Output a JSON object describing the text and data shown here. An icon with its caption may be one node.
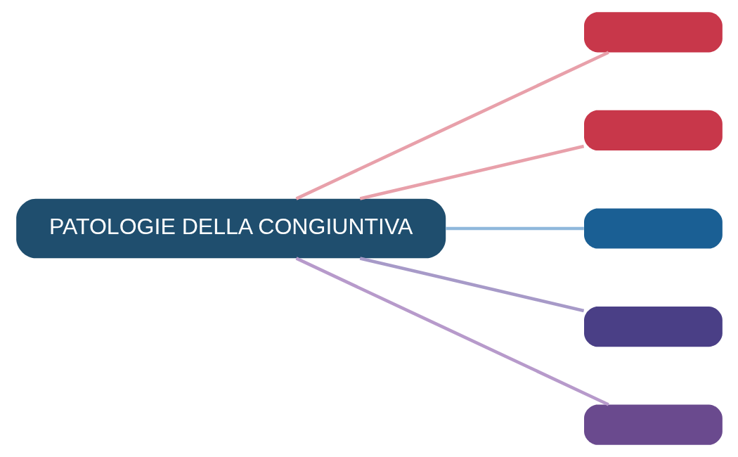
{
  "diagram": {
    "nodes": [
      {
        "text": [
          "PATOLOGIE DELLA CONGIUNTIVA"
        ]
      },
      {
        "text": [],
        "shape": "box"
      },
      {
        "text": [],
        "shape": "box"
      },
      {
        "text": [],
        "shape": "box"
      },
      {
        "text": [],
        "shape": "box"
      },
      {
        "text": [],
        "shape": "box"
      }
    ],
    "edges": [
      {
        "from": 0,
        "to": 1,
        "arrow": "none",
        "color": "#e8a0aa"
      },
      {
        "from": 0,
        "to": 2,
        "arrow": "none",
        "color": "#e8a0aa"
      },
      {
        "from": 0,
        "to": 3,
        "arrow": "none",
        "color": "#8fb8dc"
      },
      {
        "from": 0,
        "to": 4,
        "arrow": "none",
        "color": "#a79ac8"
      },
      {
        "from": 0,
        "to": 5,
        "arrow": "none",
        "color": "#b79acb"
      }
    ]
  }
}
